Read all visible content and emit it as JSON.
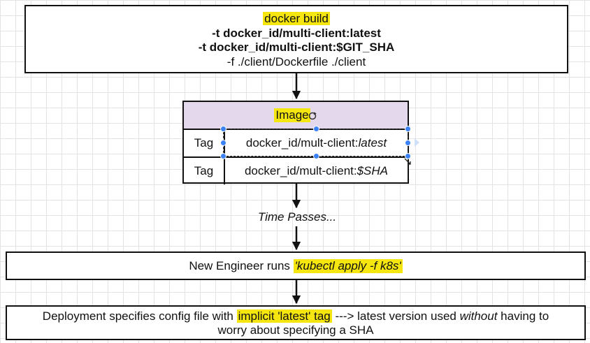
{
  "command": {
    "line1": "docker build",
    "line2": "-t docker_id/multi-client:latest",
    "line3": "-t docker_id/multi-client:$GIT_SHA",
    "line4": "-f ./client/Dockerfile ./client"
  },
  "image_table": {
    "header": "Image",
    "rows": [
      {
        "tag_label": "Tag",
        "value_prefix": "docker_id/mult-client:",
        "value_suffix": "latest"
      },
      {
        "tag_label": "Tag",
        "value_prefix": "docker_id/mult-client:",
        "value_suffix": "$SHA"
      }
    ]
  },
  "time_passes": "Time Passes...",
  "engineer": {
    "prefix": "New Engineer runs ",
    "command": "'kubectl apply -f k8s'"
  },
  "deployment": {
    "part1": "Deployment specifies config file with ",
    "highlight": "implicit 'latest' tag",
    "part2": " ---> latest version used ",
    "emphasis": "without",
    "part3": " having to",
    "line2": "worry about specifying a SHA"
  },
  "colors": {
    "highlight": "#f5e60f",
    "image_header_bg": "#e4d9ec",
    "selection_handle": "#3b82f6"
  }
}
